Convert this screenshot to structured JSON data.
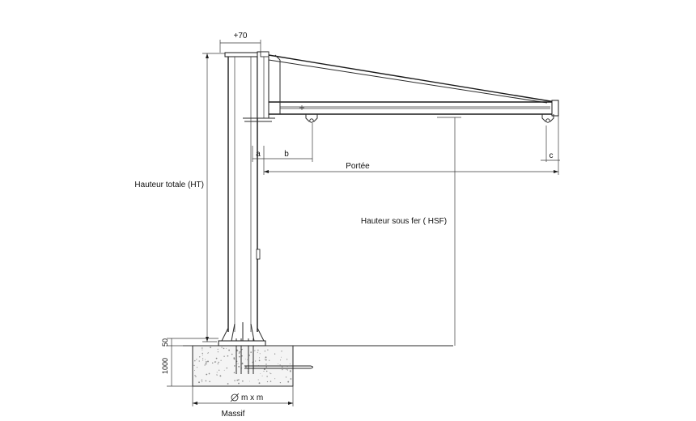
{
  "labels": {
    "plus70": "+70",
    "hauteur_totale": "Hauteur totale (HT)",
    "hauteur_sous_fer": "Hauteur sous fer ( HSF)",
    "portee": "Portée",
    "a": "a",
    "b": "b",
    "c": "c",
    "dim_50": "50",
    "dim_1000": "1000",
    "massif_dims": "m x m",
    "massif": "Massif"
  }
}
